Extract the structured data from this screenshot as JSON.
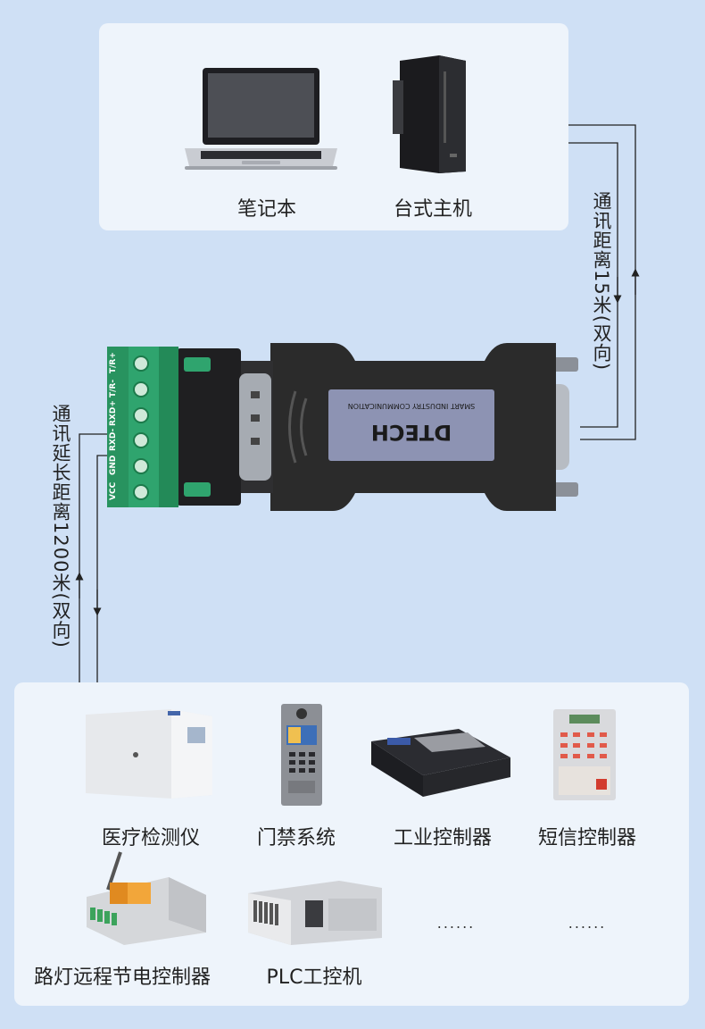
{
  "top": {
    "devices": [
      {
        "id": "laptop",
        "label": "笔记本"
      },
      {
        "id": "desktop",
        "label": "台式主机"
      }
    ]
  },
  "links": {
    "right": "通讯距离15米(双向)",
    "left": "通讯延长距离1200米(双向)"
  },
  "converter": {
    "brand": "DTECH",
    "subtitle": "SMART INDUSTRY COMMUNICATION",
    "pins": [
      "T/R+",
      "T/R-",
      "RXD+",
      "RXD-",
      "GND",
      "VCC"
    ]
  },
  "bottom": {
    "devices": [
      {
        "id": "medical",
        "label": "医疗检测仪"
      },
      {
        "id": "access",
        "label": "门禁系统"
      },
      {
        "id": "industrial",
        "label": "工业控制器"
      },
      {
        "id": "sms",
        "label": "短信控制器"
      },
      {
        "id": "streetlight",
        "label": "路灯远程节电控制器"
      },
      {
        "id": "plc",
        "label": "PLC工控机"
      }
    ],
    "more": [
      "......",
      "......"
    ]
  },
  "colors": {
    "background": "#cfe0f5",
    "panel": "#eef4fb",
    "terminal_green": "#2fa46e",
    "converter_body": "#2b2b2b",
    "label_plate": "#8d93b3"
  }
}
